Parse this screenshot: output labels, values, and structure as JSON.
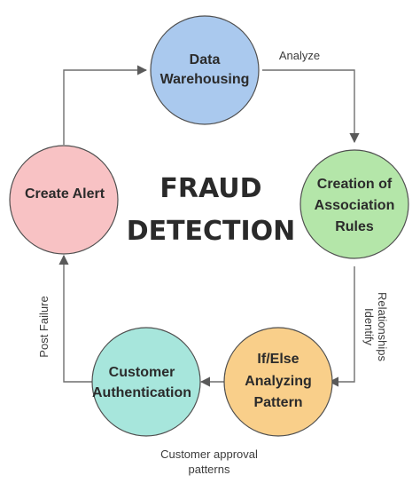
{
  "title": {
    "line1": "FRAUD",
    "line2": "DETECTION"
  },
  "nodes": {
    "data_warehousing": {
      "line1": "Data",
      "line2": "Warehousing",
      "color": "#aac9ee"
    },
    "association_rules": {
      "line1": "Creation of",
      "line2": "Association",
      "line3": "Rules",
      "color": "#b4e6a9"
    },
    "if_else": {
      "line1": "If/Else",
      "line2": "Analyzing",
      "line3": "Pattern",
      "color": "#f9cf8a"
    },
    "customer_auth": {
      "line1": "Customer",
      "line2": "Authentication",
      "color": "#a7e6dc"
    },
    "create_alert": {
      "line1": "Create Alert",
      "color": "#f8c2c4"
    }
  },
  "edges": {
    "analyze": "Analyze",
    "identify_line1": "Identify",
    "identify_line2": "Relationships",
    "customer_approval_line1": "Customer approval",
    "customer_approval_line2": "patterns",
    "post_failure": "Post Failure"
  }
}
